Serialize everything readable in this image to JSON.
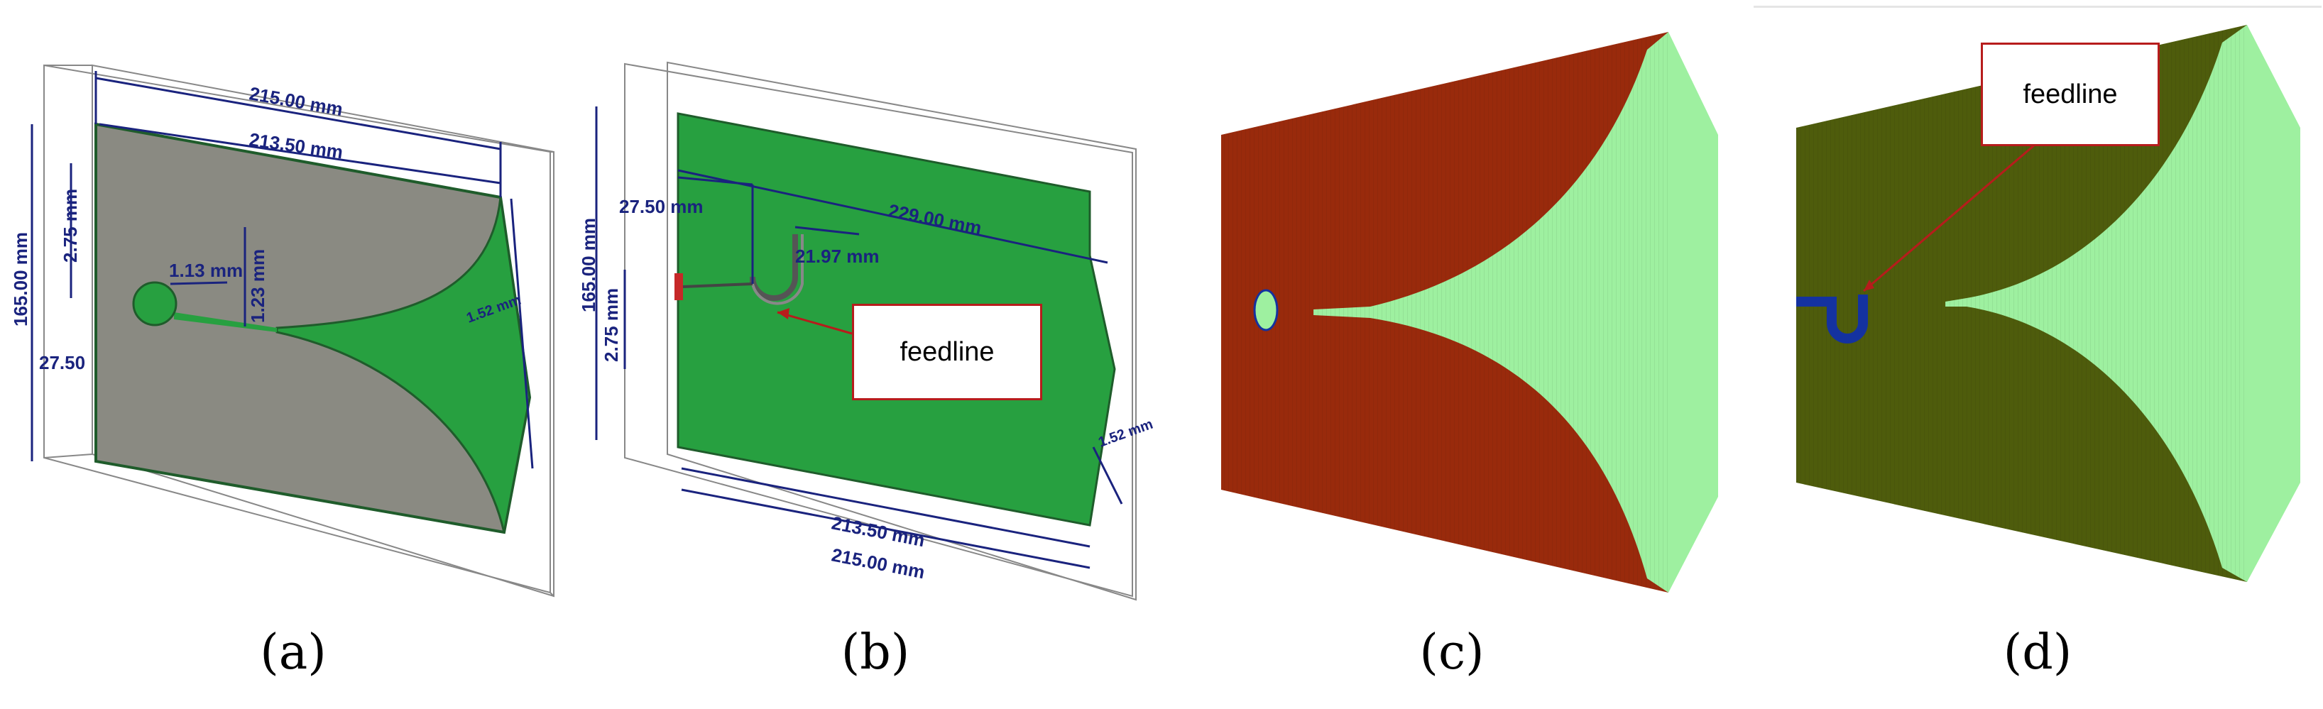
{
  "panels": [
    {
      "id": "a",
      "caption": "(a)",
      "dimensions": {
        "outer_width": "215.00 mm",
        "inner_width": "213.50 mm",
        "height": "165.00 mm",
        "slot_offset": "2.75 mm",
        "feed_width": "1.13 mm",
        "feed_gap": "1.23 mm",
        "edge_width": "1.52 mm",
        "feed_position": "27.50"
      }
    },
    {
      "id": "b",
      "caption": "(b)",
      "callout": "feedline",
      "dimensions": {
        "length": "229.00 mm",
        "feed_position": "27.50 mm",
        "feed_length": "21.97 mm",
        "height": "165.00 mm",
        "slot_offset": "2.75 mm",
        "edge_width": "1.52 mm",
        "inner_width": "213.50 mm",
        "outer_width": "215.00 mm"
      }
    },
    {
      "id": "c",
      "caption": "(c)"
    },
    {
      "id": "d",
      "caption": "(d)",
      "callout": "feedline"
    }
  ],
  "colors": {
    "dimension_line": "#1a237e",
    "substrate_grey": "#8a8a82",
    "patch_green": "#27a040",
    "voxel_red": "#992a0c",
    "voxel_light_green": "#9ef0a0",
    "voxel_olive": "#4e5c0c",
    "feed_blue": "#1432a0",
    "arrow_red": "#b71c1c"
  }
}
